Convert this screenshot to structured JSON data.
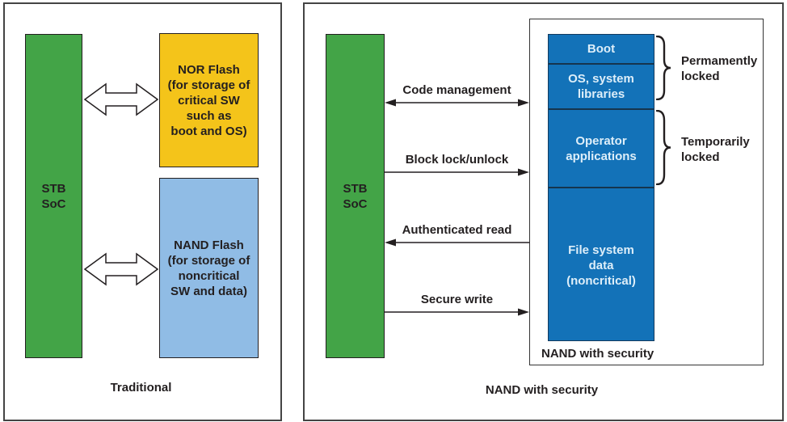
{
  "palette": {
    "soc_green": "#43a447",
    "nor_yellow": "#f4c41a",
    "nand_light_blue": "#90bce5",
    "secure_nand_blue": "#1372b8",
    "line_dark": "#231f20"
  },
  "left_panel": {
    "caption": "Traditional",
    "soc": {
      "lines": [
        "STB",
        "SoC"
      ]
    },
    "nor_flash": {
      "lines": [
        "NOR Flash",
        "(for storage of",
        "critical SW",
        "such as",
        "boot and OS)"
      ]
    },
    "nand_flash": {
      "lines": [
        "NAND Flash",
        "(for storage of",
        "noncritical",
        "SW and data)"
      ]
    },
    "arrows": [
      {
        "name": "soc-to-nor",
        "direction": "both"
      },
      {
        "name": "soc-to-nand",
        "direction": "both"
      }
    ]
  },
  "right_panel": {
    "caption": "NAND with security",
    "soc": {
      "lines": [
        "STB",
        "SoC"
      ]
    },
    "container_label": "NAND with security",
    "stack": {
      "sections": [
        {
          "name": "boot",
          "lines": [
            "Boot"
          ]
        },
        {
          "name": "os-system-libraries",
          "lines": [
            "OS, system",
            "libraries"
          ]
        },
        {
          "name": "operator-applications",
          "lines": [
            "Operator",
            "applications"
          ]
        },
        {
          "name": "file-system-data",
          "lines": [
            "File system",
            "data",
            "(noncritical)"
          ]
        }
      ]
    },
    "arrows": [
      {
        "label": "Code management",
        "direction": "both"
      },
      {
        "label": "Block lock/unlock",
        "direction": "right"
      },
      {
        "label": "Authenticated read",
        "direction": "left"
      },
      {
        "label": "Secure write",
        "direction": "right"
      }
    ],
    "brace_labels": [
      {
        "lines": [
          "Permamently",
          "locked"
        ]
      },
      {
        "lines": [
          "Temporarily",
          "locked"
        ]
      }
    ]
  }
}
